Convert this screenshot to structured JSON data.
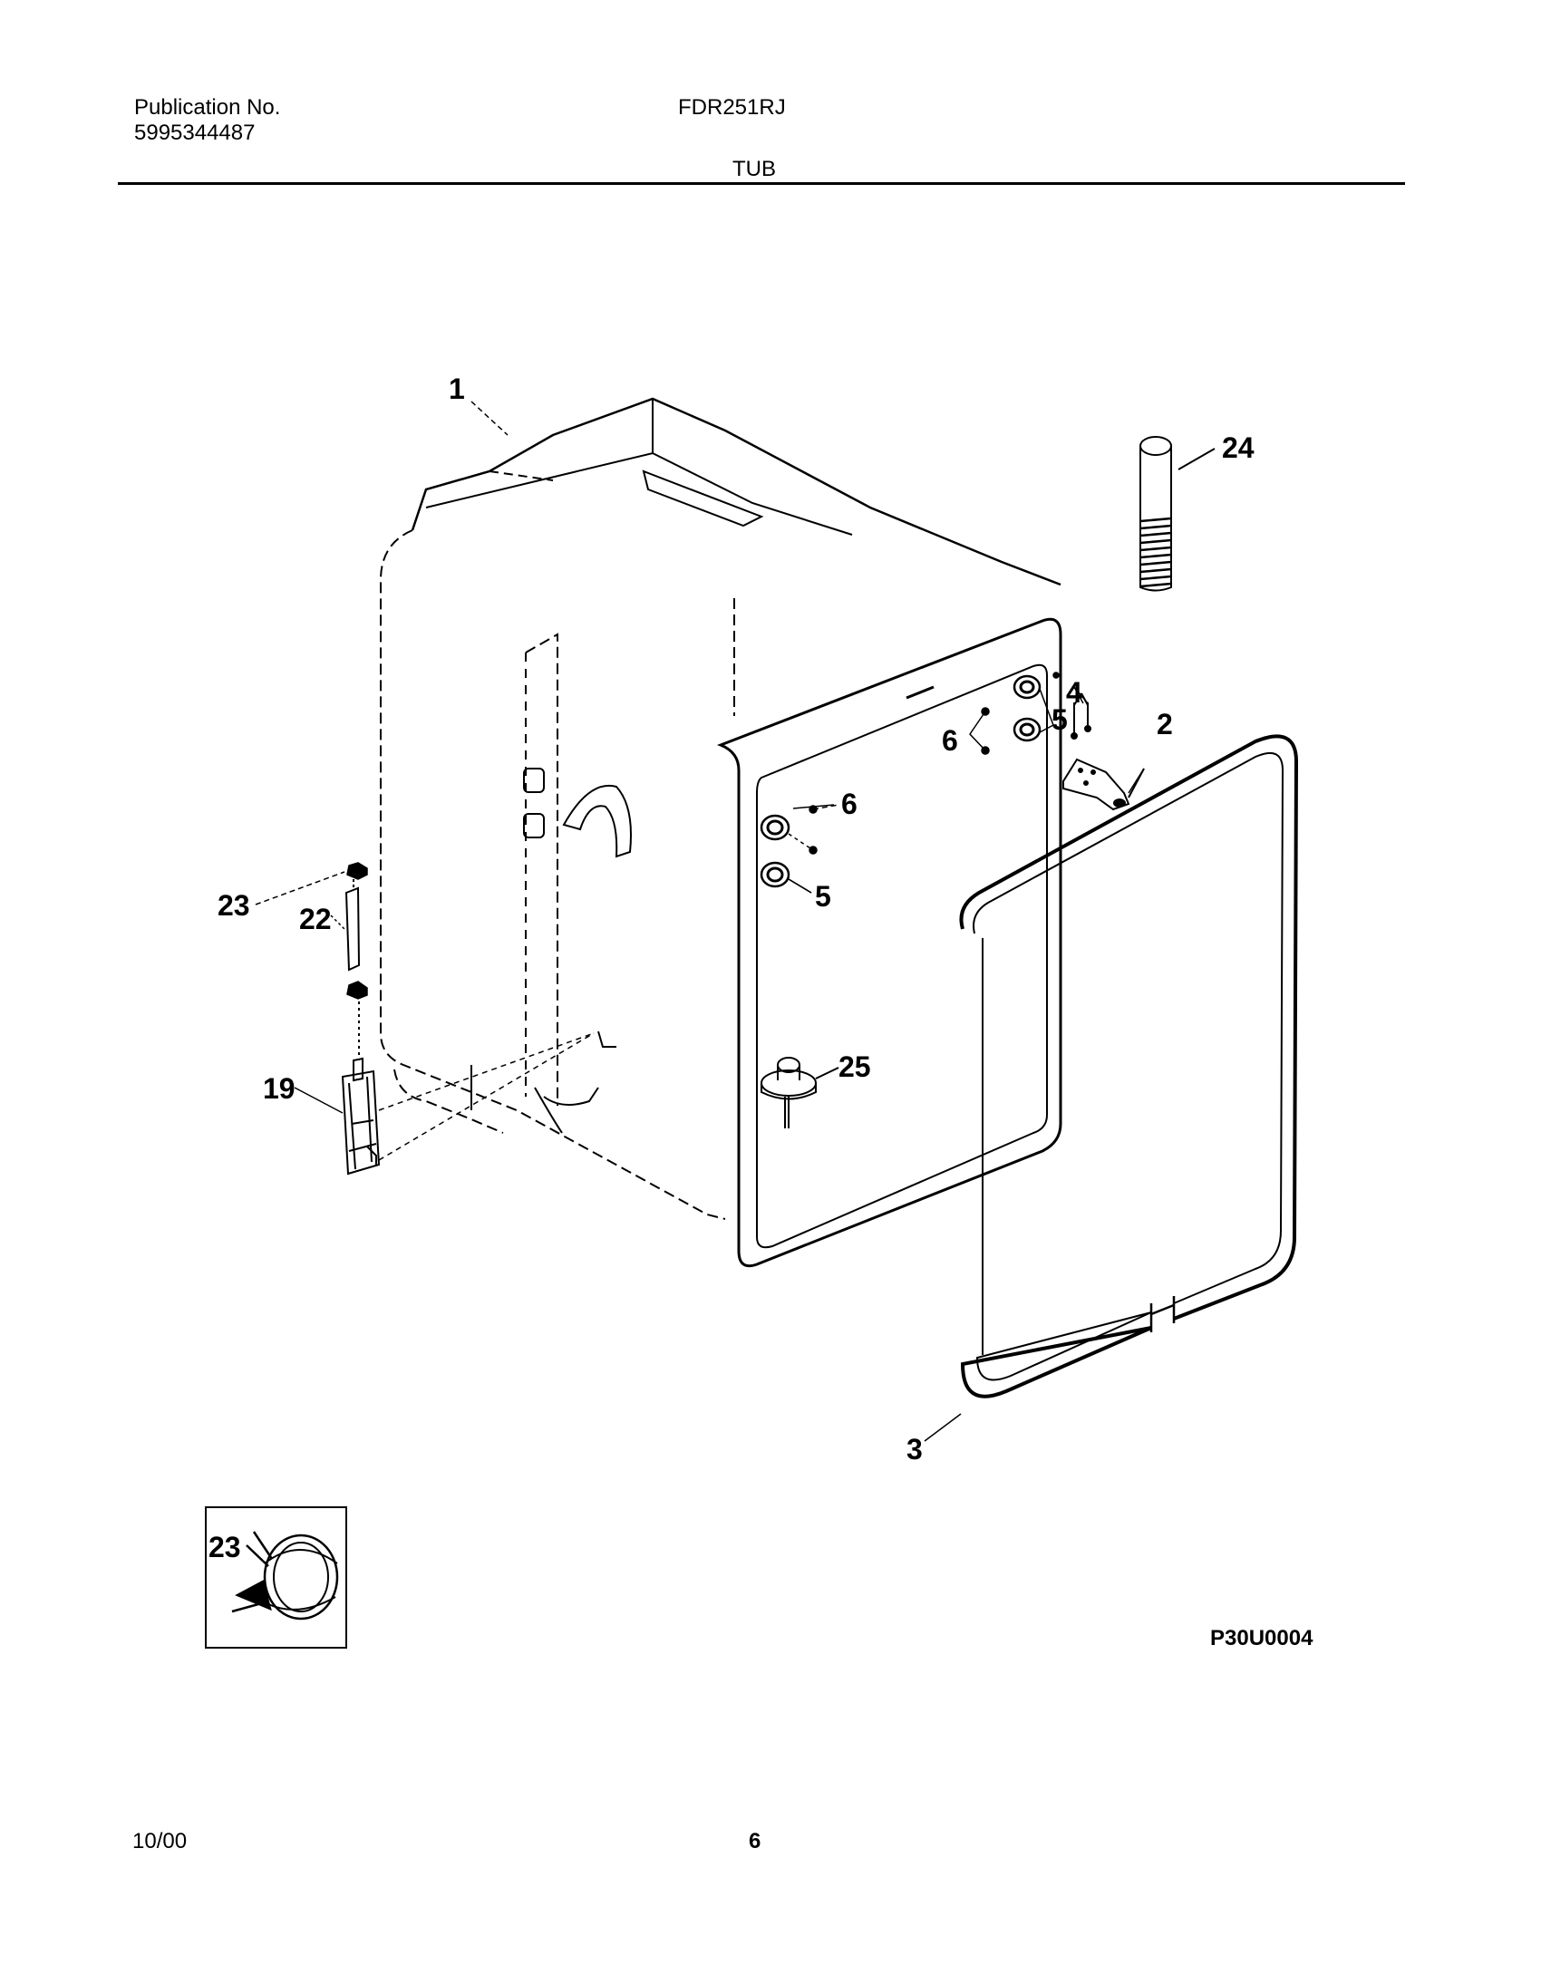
{
  "header": {
    "publication_label": "Publication No.",
    "publication_number": "5995344487",
    "model": "FDR251RJ",
    "section_title": "TUB"
  },
  "callouts": {
    "c1": "1",
    "c2": "2",
    "c3": "3",
    "c4": "4",
    "c5a": "5",
    "c5b": "5",
    "c6a": "6",
    "c6b": "6",
    "c19": "19",
    "c22": "22",
    "c23": "23",
    "c23_detail": "23",
    "c24": "24",
    "c25": "25"
  },
  "figure_code": "P30U0004",
  "footer": {
    "date": "10/00",
    "page": "6"
  }
}
